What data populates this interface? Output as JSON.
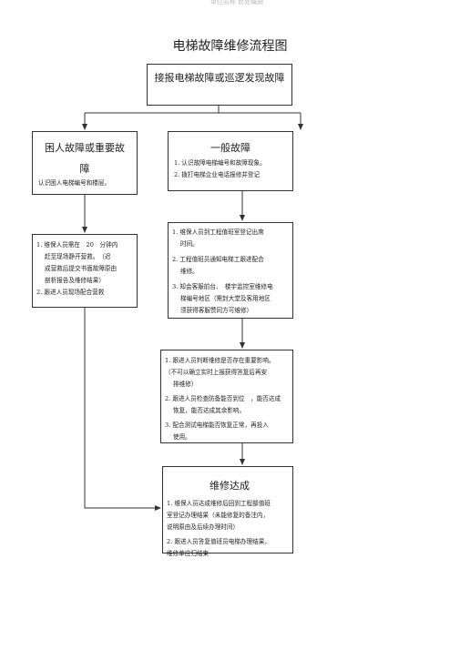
{
  "header_note": "单位名称 此处编辑",
  "title": "电梯故障维修流程图",
  "start": {
    "text": "接报电梯故障或巡逻发现故障"
  },
  "left_top": {
    "title_line1": "困人故障或重要故",
    "title_line2": "障",
    "body": "认识困人电梯编号和楼层。"
  },
  "right_top": {
    "title": "一般故障",
    "items": [
      "1. 认识故障电梯编号和故障现象。",
      "2. 拨打电梯企业电话报修并登记"
    ]
  },
  "left_mid": {
    "items": [
      [
        "1. 维保人员需在　20　分钟内",
        "赶至现场静开营救。　（迟",
        "成营救后提交书面故障原由",
        "剖析报告及维修结果）"
      ],
      [
        "2. 跟进人员现场配合营救"
      ]
    ]
  },
  "right_mid": {
    "items": [
      [
        "1. 维保人员到工程值班室登记出席",
        "时间。"
      ],
      [
        "2. 工程值班员通知电梯工跟进配合",
        "维修。"
      ],
      [
        "3. 知会客服前台、　楼宇监控室维修电",
        "梯编号地区（需封大堂及客用地区",
        "须获得客服赞同方可维修）"
      ]
    ]
  },
  "right_lower": {
    "items": [
      [
        "1. 跟进人员判断维修是否存在重要影响。",
        "（不可以确立实时上报获得答复后再安",
        "排维修）"
      ],
      [
        "2. 跟进人员检查防备能否到位　，能否达成",
        "恢复，能否达成其余影响。"
      ],
      [
        "3. 配合测试电梯能否恢复正常，再投入",
        "使用。"
      ]
    ]
  },
  "end": {
    "title": "维修达成",
    "items": [
      [
        "1. 维保人员达成维修后回到工程部值班",
        "室登记办理结果（未能修复的备注内，",
        "说明原由及后续办理时间）"
      ],
      [
        "2. 跟进人员答复值班员电梯办理结果，",
        "维修单应归结束"
      ]
    ]
  }
}
